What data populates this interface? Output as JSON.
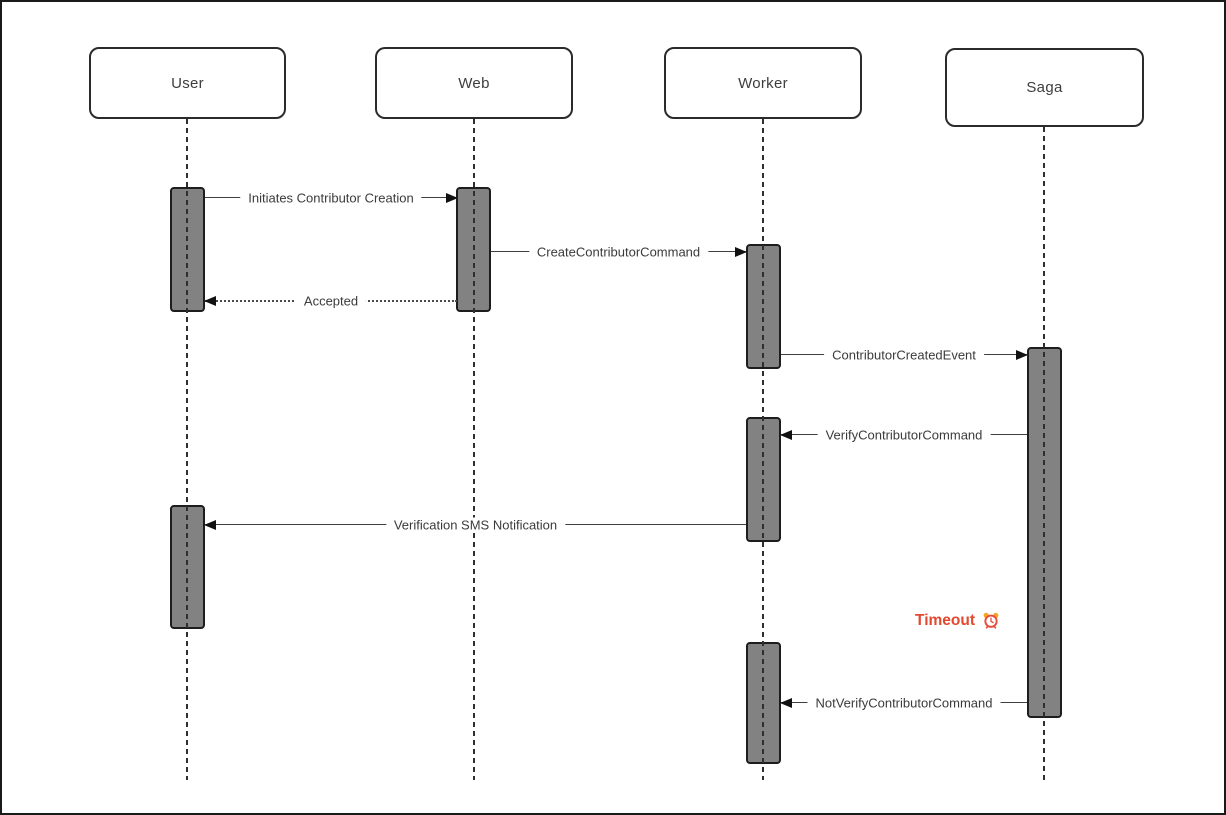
{
  "diagram": {
    "actors": [
      {
        "label": "User"
      },
      {
        "label": "Web"
      },
      {
        "label": "Worker"
      },
      {
        "label": "Saga"
      }
    ],
    "messages": [
      {
        "label": "Initiates Contributor Creation",
        "from": "User",
        "to": "Web",
        "style": "solid"
      },
      {
        "label": "CreateContributorCommand",
        "from": "Web",
        "to": "Worker",
        "style": "solid"
      },
      {
        "label": "Accepted",
        "from": "Web",
        "to": "User",
        "style": "dotted"
      },
      {
        "label": "ContributorCreatedEvent",
        "from": "Worker",
        "to": "Saga",
        "style": "solid"
      },
      {
        "label": "VerifyContributorCommand",
        "from": "Saga",
        "to": "Worker",
        "style": "solid"
      },
      {
        "label": "Verification SMS Notification",
        "from": "Worker",
        "to": "User",
        "style": "solid"
      },
      {
        "label": "NotVerifyContributorCommand",
        "from": "Saga",
        "to": "Worker",
        "style": "solid"
      }
    ],
    "annotations": [
      {
        "label": "Timeout",
        "icon": "alarm-clock-icon",
        "color": "#e2492f"
      }
    ],
    "colors": {
      "activation_fill": "#828282",
      "line": "#3f3f3f",
      "timeout_text": "#e2492f"
    }
  }
}
